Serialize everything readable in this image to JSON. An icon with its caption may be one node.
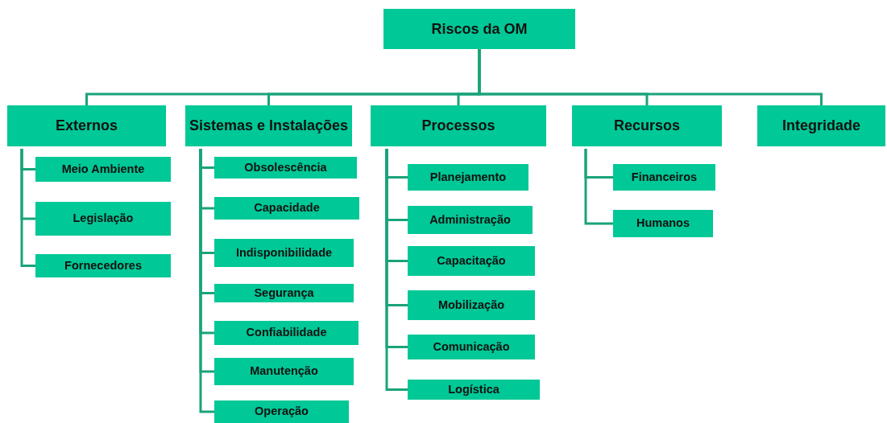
{
  "diagram": {
    "nodes": [
      {
        "text": [
          "Riscos da OM"
        ]
      },
      {
        "text": [
          "Externos"
        ]
      },
      {
        "text": [
          "Sistemas e Instalações"
        ]
      },
      {
        "text": [
          "Processos"
        ]
      },
      {
        "text": [
          "Recursos"
        ]
      },
      {
        "text": [
          "Integridade"
        ]
      },
      {
        "text": [
          "Meio Ambiente"
        ]
      },
      {
        "text": [
          "Legislação"
        ]
      },
      {
        "text": [
          "Fornecedores"
        ]
      },
      {
        "text": [
          "Obsolescência"
        ]
      },
      {
        "text": [
          "Capacidade"
        ]
      },
      {
        "text": [
          "Indisponibilidade"
        ]
      },
      {
        "text": [
          "Segurança"
        ]
      },
      {
        "text": [
          "Confiabilidade"
        ]
      },
      {
        "text": [
          "Manutenção"
        ]
      },
      {
        "text": [
          "Operação"
        ]
      },
      {
        "text": [
          "Planejamento"
        ]
      },
      {
        "text": [
          "Administração"
        ]
      },
      {
        "text": [
          "Capacitação"
        ]
      },
      {
        "text": [
          "Mobilização"
        ]
      },
      {
        "text": [
          "Comunicação"
        ]
      },
      {
        "text": [
          "Logística"
        ]
      },
      {
        "text": [
          "Financeiros"
        ]
      },
      {
        "text": [
          "Humanos"
        ]
      }
    ],
    "edges": [
      {
        "from": 0,
        "to": 1,
        "arrow": "none"
      },
      {
        "from": 0,
        "to": 2,
        "arrow": "none"
      },
      {
        "from": 0,
        "to": 3,
        "arrow": "none"
      },
      {
        "from": 0,
        "to": 4,
        "arrow": "none"
      },
      {
        "from": 0,
        "to": 5,
        "arrow": "none"
      },
      {
        "from": 1,
        "to": 6,
        "arrow": "none"
      },
      {
        "from": 1,
        "to": 7,
        "arrow": "none"
      },
      {
        "from": 1,
        "to": 8,
        "arrow": "none"
      },
      {
        "from": 2,
        "to": 9,
        "arrow": "none"
      },
      {
        "from": 2,
        "to": 10,
        "arrow": "none"
      },
      {
        "from": 2,
        "to": 11,
        "arrow": "none"
      },
      {
        "from": 2,
        "to": 12,
        "arrow": "none"
      },
      {
        "from": 2,
        "to": 13,
        "arrow": "none"
      },
      {
        "from": 2,
        "to": 14,
        "arrow": "none"
      },
      {
        "from": 2,
        "to": 15,
        "arrow": "none"
      },
      {
        "from": 3,
        "to": 16,
        "arrow": "none"
      },
      {
        "from": 3,
        "to": 17,
        "arrow": "none"
      },
      {
        "from": 3,
        "to": 18,
        "arrow": "none"
      },
      {
        "from": 3,
        "to": 19,
        "arrow": "none"
      },
      {
        "from": 3,
        "to": 20,
        "arrow": "none"
      },
      {
        "from": 3,
        "to": 21,
        "arrow": "none"
      },
      {
        "from": 4,
        "to": 22,
        "arrow": "none"
      },
      {
        "from": 4,
        "to": 23,
        "arrow": "none"
      }
    ]
  }
}
